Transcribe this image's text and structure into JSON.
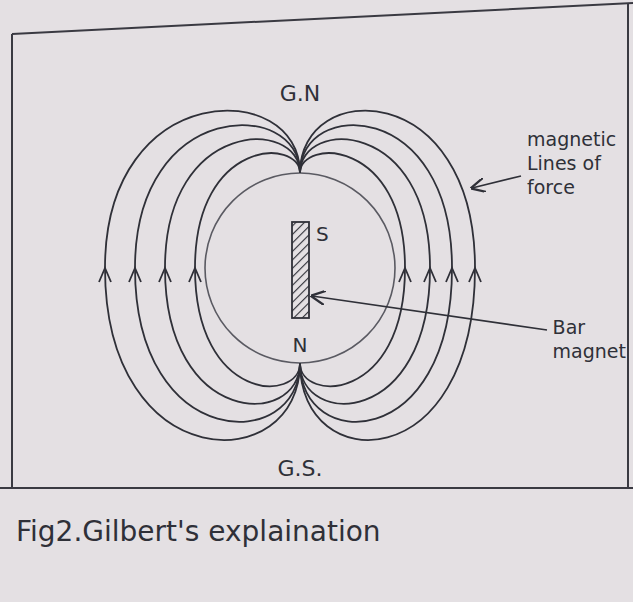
{
  "diagram": {
    "caption": "Fig2.Gilbert's explaination",
    "labels": [
      "G.N",
      "S",
      "N",
      "G.S.",
      "magnetic Lines of force",
      "Bar magnet"
    ]
  }
}
